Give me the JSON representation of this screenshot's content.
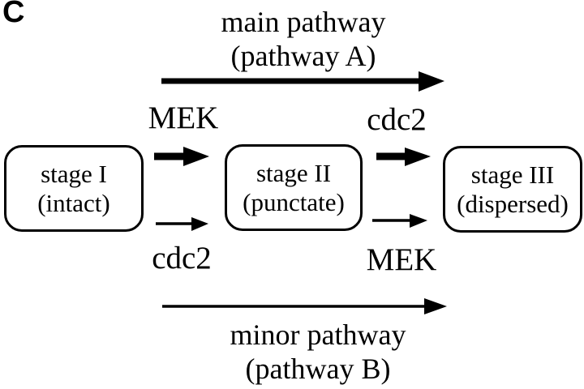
{
  "figure": {
    "panel_label": "C",
    "main_pathway": {
      "title": "main pathway",
      "subtitle": "(pathway A)"
    },
    "minor_pathway": {
      "title": "minor pathway",
      "subtitle": "(pathway B)"
    },
    "stages": [
      {
        "name": "stage I",
        "state": "(intact)"
      },
      {
        "name": "stage II",
        "state": "(punctate)"
      },
      {
        "name": "stage III",
        "state": "(dispersed)"
      }
    ],
    "transitions": [
      {
        "from": "stage I",
        "to": "stage II",
        "main_pathway_kinase": "MEK",
        "minor_pathway_kinase": "cdc2"
      },
      {
        "from": "stage II",
        "to": "stage III",
        "main_pathway_kinase": "cdc2",
        "minor_pathway_kinase": "MEK"
      }
    ],
    "colors": {
      "foreground": "#000000",
      "background": "#ffffff"
    }
  }
}
